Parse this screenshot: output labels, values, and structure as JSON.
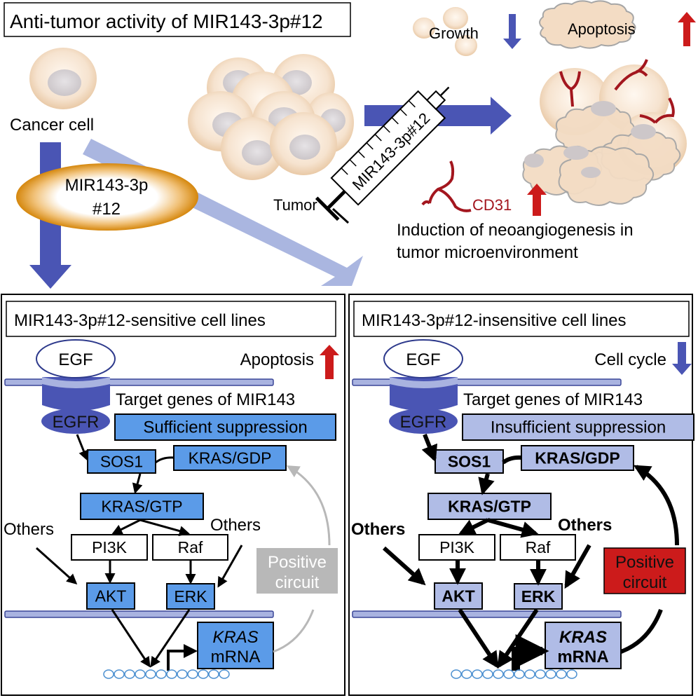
{
  "title": "Anti-tumor activity of MIR143-3p#12",
  "top": {
    "cancer_cell_label": "Cancer cell",
    "mirna_ellipse": [
      "MIR143-3p",
      "#12"
    ],
    "tumor_label": "Tumor",
    "syringe_label": "MIR143-3p#12",
    "growth_label": "Growth",
    "apoptosis_label": "Apoptosis",
    "cd31_label": "CD31",
    "neoangiogenesis_text": [
      "Induction of neoangiogenesis in",
      "tumor microenvironment"
    ]
  },
  "panels": {
    "sensitive": {
      "header": "MIR143-3p#12-sensitive cell lines",
      "effect_label": "Apoptosis",
      "effect_direction": "up",
      "egf": "EGF",
      "egfr": "EGFR",
      "target_genes": "Target genes of MIR143",
      "suppression": "Sufficient suppression",
      "sos1": "SOS1",
      "kras_gdp": "KRAS/GDP",
      "kras_gtp": "KRAS/GTP",
      "others_left": "Others",
      "others_right": "Others",
      "pi3k": "PI3K",
      "raf": "Raf",
      "akt": "AKT",
      "erk": "ERK",
      "kras_mrna": [
        "KRAS",
        "mRNA"
      ],
      "circuit": [
        "Positive",
        "circuit"
      ]
    },
    "insensitive": {
      "header": "MIR143-3p#12-insensitive cell lines",
      "effect_label": "Cell cycle",
      "effect_direction": "down",
      "egf": "EGF",
      "egfr": "EGFR",
      "target_genes": "Target genes of MIR143",
      "suppression": "Insufficient suppression",
      "sos1": "SOS1",
      "kras_gdp": "KRAS/GDP",
      "kras_gtp": "KRAS/GTP",
      "others_left": "Others",
      "others_right": "Others",
      "pi3k": "PI3K",
      "raf": "Raf",
      "akt": "AKT",
      "erk": "ERK",
      "kras_mrna": [
        "KRAS",
        "mRNA"
      ],
      "circuit": [
        "Positive",
        "circuit"
      ]
    }
  },
  "colors": {
    "arrow_blue": "#4a55b4",
    "arrow_light_blue": "#aab6e0",
    "up_red": "#cc1b1b",
    "box_blue": "#5b9be8",
    "box_light": "#b0bce6",
    "circuit_gray": "#b8b8b8",
    "circuit_red": "#cc1b1b",
    "vessel_red": "#a3161e",
    "cell": "#f3dcc4",
    "membrane": "#a9b3e0"
  }
}
